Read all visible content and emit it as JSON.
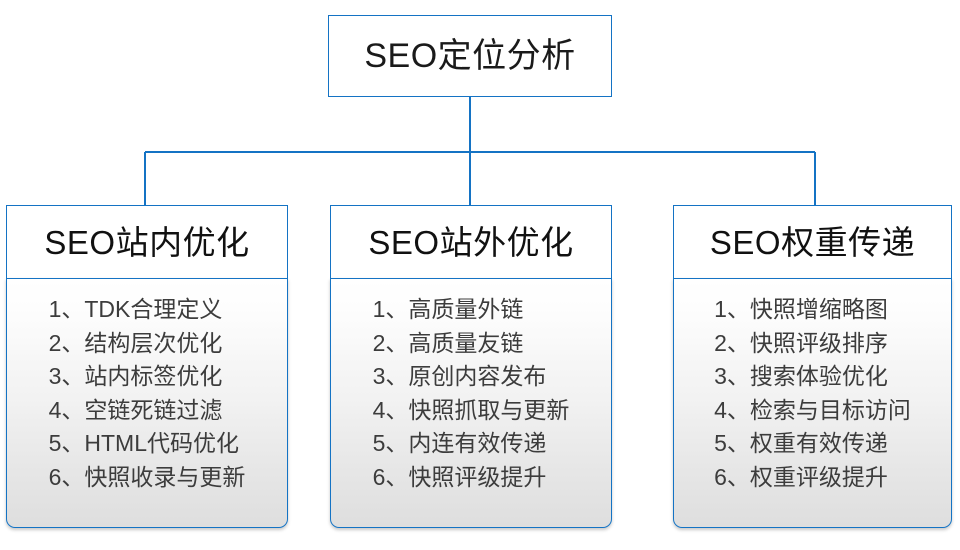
{
  "diagram": {
    "type": "org-chart",
    "root": {
      "label": "SEO定位分析"
    },
    "colors": {
      "border": "#1473c4",
      "connector": "#1473c4",
      "header_fill": "#ffffff",
      "body_gradient_top": "#ffffff",
      "body_gradient_bottom": "#dedede",
      "title_text": "#111111",
      "item_text": "#3c3c3c"
    },
    "columns": [
      {
        "title": "SEO站内优化",
        "items": [
          "1、TDK合理定义",
          "2、结构层次优化",
          "3、站内标签优化",
          "4、空链死链过滤",
          "5、HTML代码优化",
          "6、快照收录与更新"
        ]
      },
      {
        "title": "SEO站外优化",
        "items": [
          "1、高质量外链",
          "2、高质量友链",
          "3、原创内容发布",
          "4、快照抓取与更新",
          "5、内连有效传递",
          "6、快照评级提升"
        ]
      },
      {
        "title": "SEO权重传递",
        "items": [
          "1、快照增缩略图",
          "2、快照评级排序",
          "3、搜索体验优化",
          "4、检索与目标访问",
          "5、权重有效传递",
          "6、权重评级提升"
        ]
      }
    ]
  }
}
